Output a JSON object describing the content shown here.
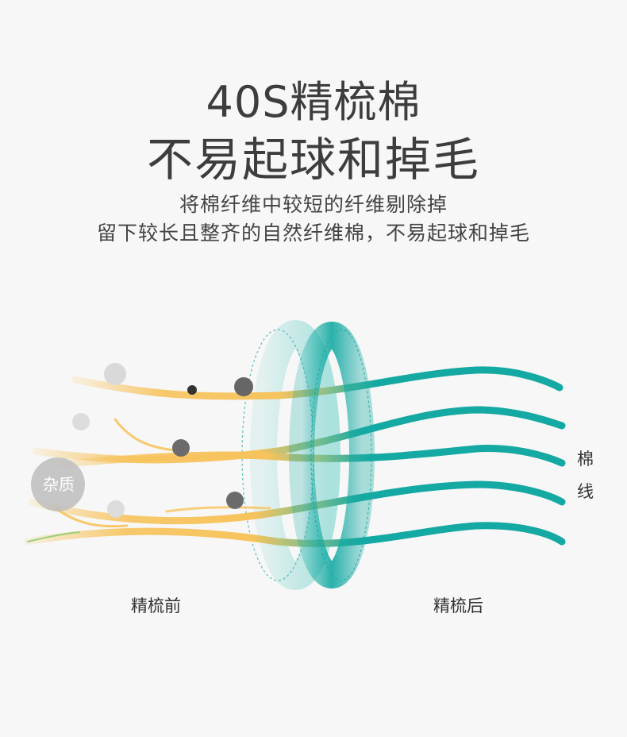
{
  "title": {
    "line1": "40S精梳棉",
    "line2": "不易起球和掉毛"
  },
  "subtitle": {
    "line1": "将棉纤维中较短的纤维剔除掉",
    "line2": "留下较长且整齐的自然纤维棉，不易起球和掉毛"
  },
  "illustration": {
    "impurity_label": "杂质",
    "before_label": "精梳前",
    "after_label": "精梳后",
    "side_label": [
      "棉",
      "线"
    ],
    "colors": {
      "yellow": "#f7c35c",
      "teal": "#14a9a2",
      "gray_light": "#d9d9d9",
      "gray_dark": "#6b6b6b"
    },
    "icons": [
      "impurity-dot",
      "comb-ring"
    ]
  }
}
